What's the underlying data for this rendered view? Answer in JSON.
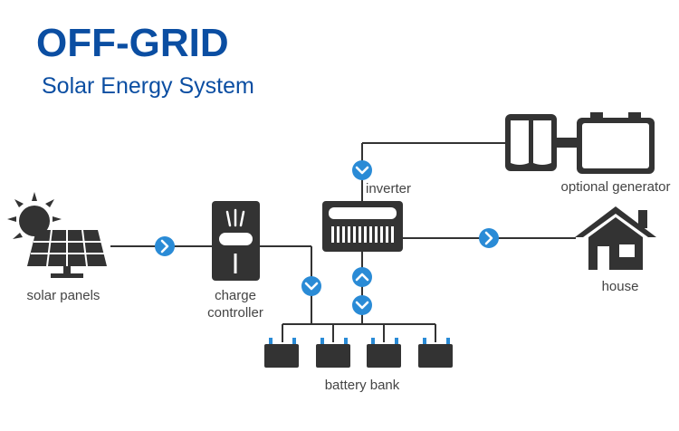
{
  "header": {
    "title": "OFF-GRID",
    "subtitle": "Solar Energy System"
  },
  "components": {
    "solar_panels": "solar panels",
    "charge_controller_line1": "charge",
    "charge_controller_line2": "controller",
    "inverter": "inverter",
    "optional_generator": "optional generator",
    "house": "house",
    "battery_bank": "battery bank"
  },
  "colors": {
    "title_blue": "#0b4ea2",
    "arrow_blue": "#2a8bd6",
    "icon_dark": "#333333",
    "label_gray": "#444444"
  },
  "icons": {
    "flow_arrow": "chevron-circle-icon"
  }
}
